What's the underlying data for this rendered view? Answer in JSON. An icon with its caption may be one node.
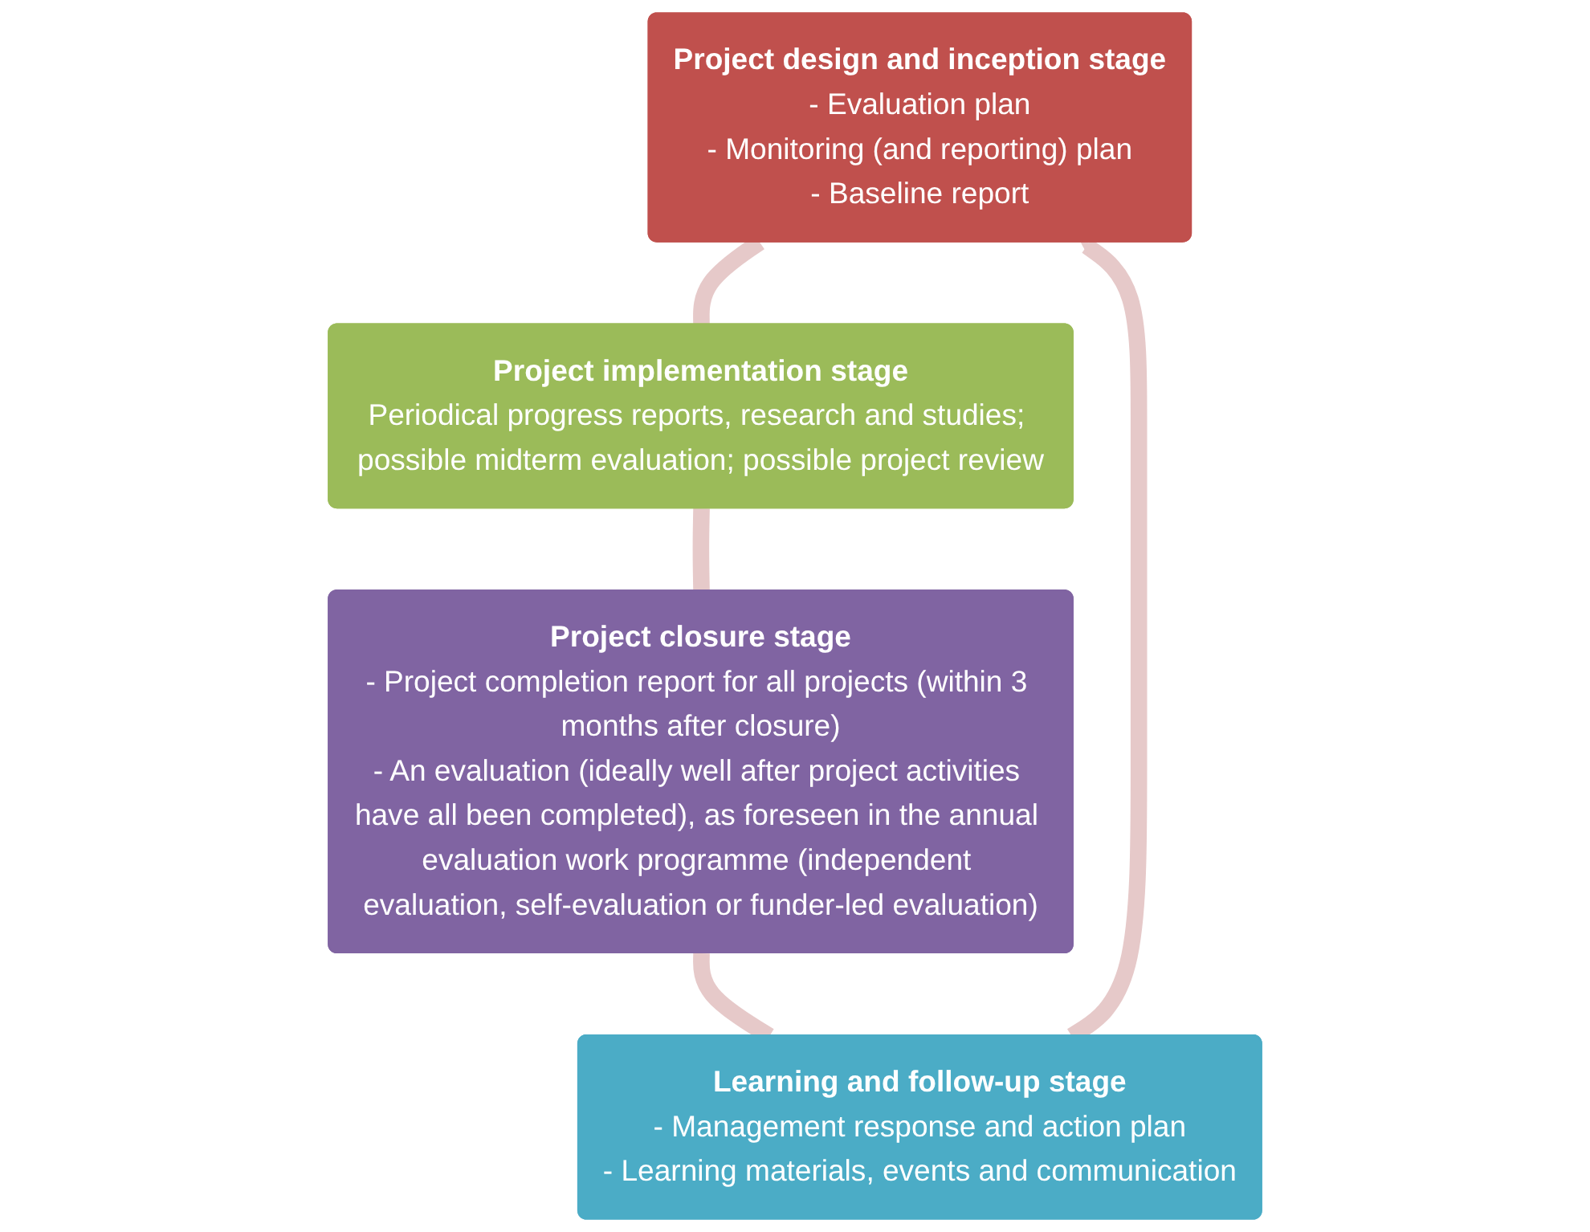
{
  "diagram": {
    "nodes": [
      {
        "text": [
          "Project design and inception stage",
          "- Evaluation plan",
          "- Monitoring (and reporting) plan",
          "- Baseline report"
        ]
      },
      {
        "text": [
          "Project implementation stage",
          "Periodical progress reports, research and studies; possible midterm evaluation; possible project review"
        ]
      },
      {
        "text": [
          "Project closure stage",
          "- Project completion report for all projects (within 3 months after closure)",
          "- An evaluation (ideally well after project activities have all been completed), as foreseen in the annual evaluation work programme (independent evaluation, self-evaluation or funder-led evaluation)"
        ]
      },
      {
        "text": [
          "Learning and follow-up stage",
          "- Management response and action plan",
          "- Learning materials, events and communication"
        ]
      }
    ],
    "edges": [
      {
        "from": 0,
        "to": 1,
        "arrow": "none"
      },
      {
        "from": 1,
        "to": 2,
        "arrow": "none"
      },
      {
        "from": 2,
        "to": 3,
        "arrow": "none"
      },
      {
        "from": 3,
        "to": 0,
        "arrow": "to"
      }
    ]
  }
}
